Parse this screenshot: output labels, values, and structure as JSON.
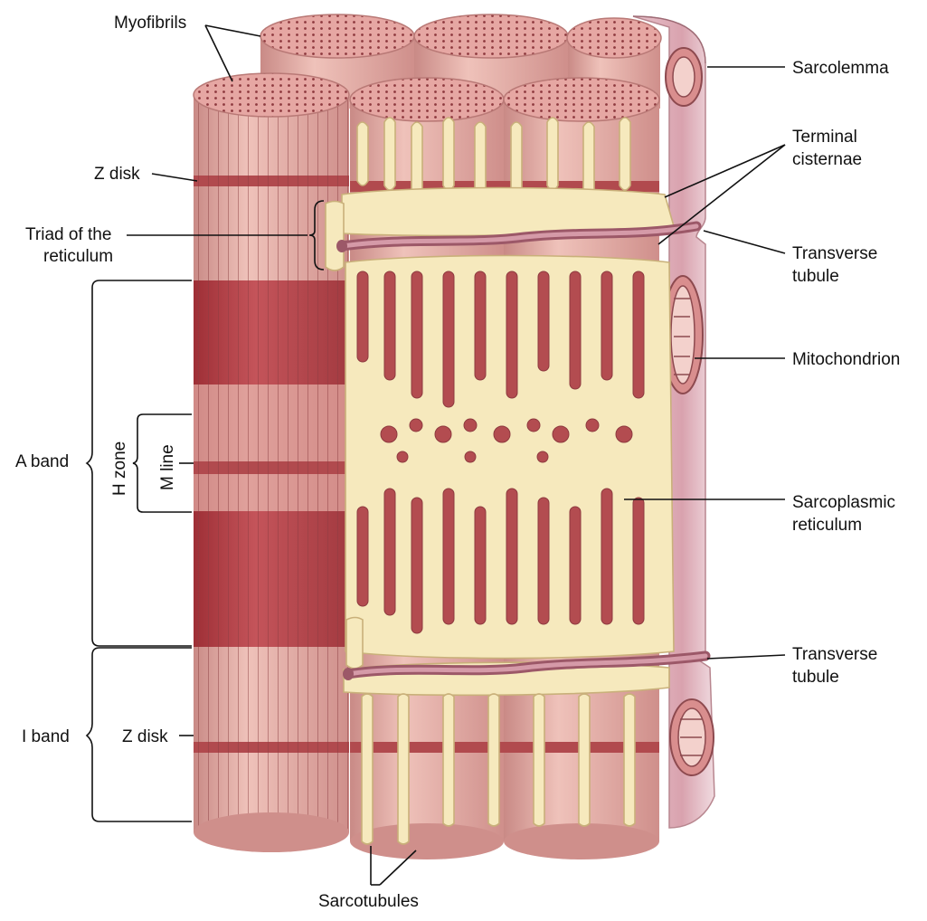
{
  "labels": {
    "myofibrils": "Myofibrils",
    "sarcolemma": "Sarcolemma",
    "terminal_cisternae_1": "Terminal",
    "terminal_cisternae_2": "cisternae",
    "z_disk_top": "Z disk",
    "triad_1": "Triad of the",
    "triad_2": "reticulum",
    "transverse_tubule_top_1": "Transverse",
    "transverse_tubule_top_2": "tubule",
    "mitochondrion": "Mitochondrion",
    "h_zone": "H zone",
    "m_line": "M line",
    "a_band": "A band",
    "sarcoplasmic_reticulum_1": "Sarcoplasmic",
    "sarcoplasmic_reticulum_2": "reticulum",
    "transverse_tubule_bottom_1": "Transverse",
    "transverse_tubule_bottom_2": "tubule",
    "i_band": "I band",
    "z_disk_bottom": "Z disk",
    "sarcotubules": "Sarcotubules"
  },
  "colors": {
    "fibril_light": "#e7b0a8",
    "fibril_dark": "#b8464a",
    "reticulum": "#f6e9bd",
    "reticulum_edge": "#c9b07a",
    "sarcolemma": "#e3b6bf",
    "tubule": "#9c5868"
  }
}
